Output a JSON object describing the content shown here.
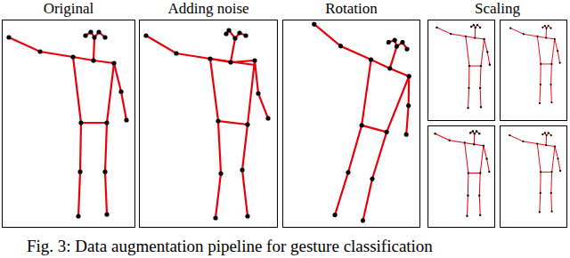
{
  "diagram": {
    "caption": "Fig. 3: Data augmentation pipeline for gesture classification",
    "nodes": [
      {
        "text": [
          "Original"
        ]
      },
      {
        "text": [
          "Adding noise"
        ]
      },
      {
        "text": [
          "Rotation"
        ]
      },
      {
        "text": [
          "Scaling"
        ]
      }
    ]
  }
}
